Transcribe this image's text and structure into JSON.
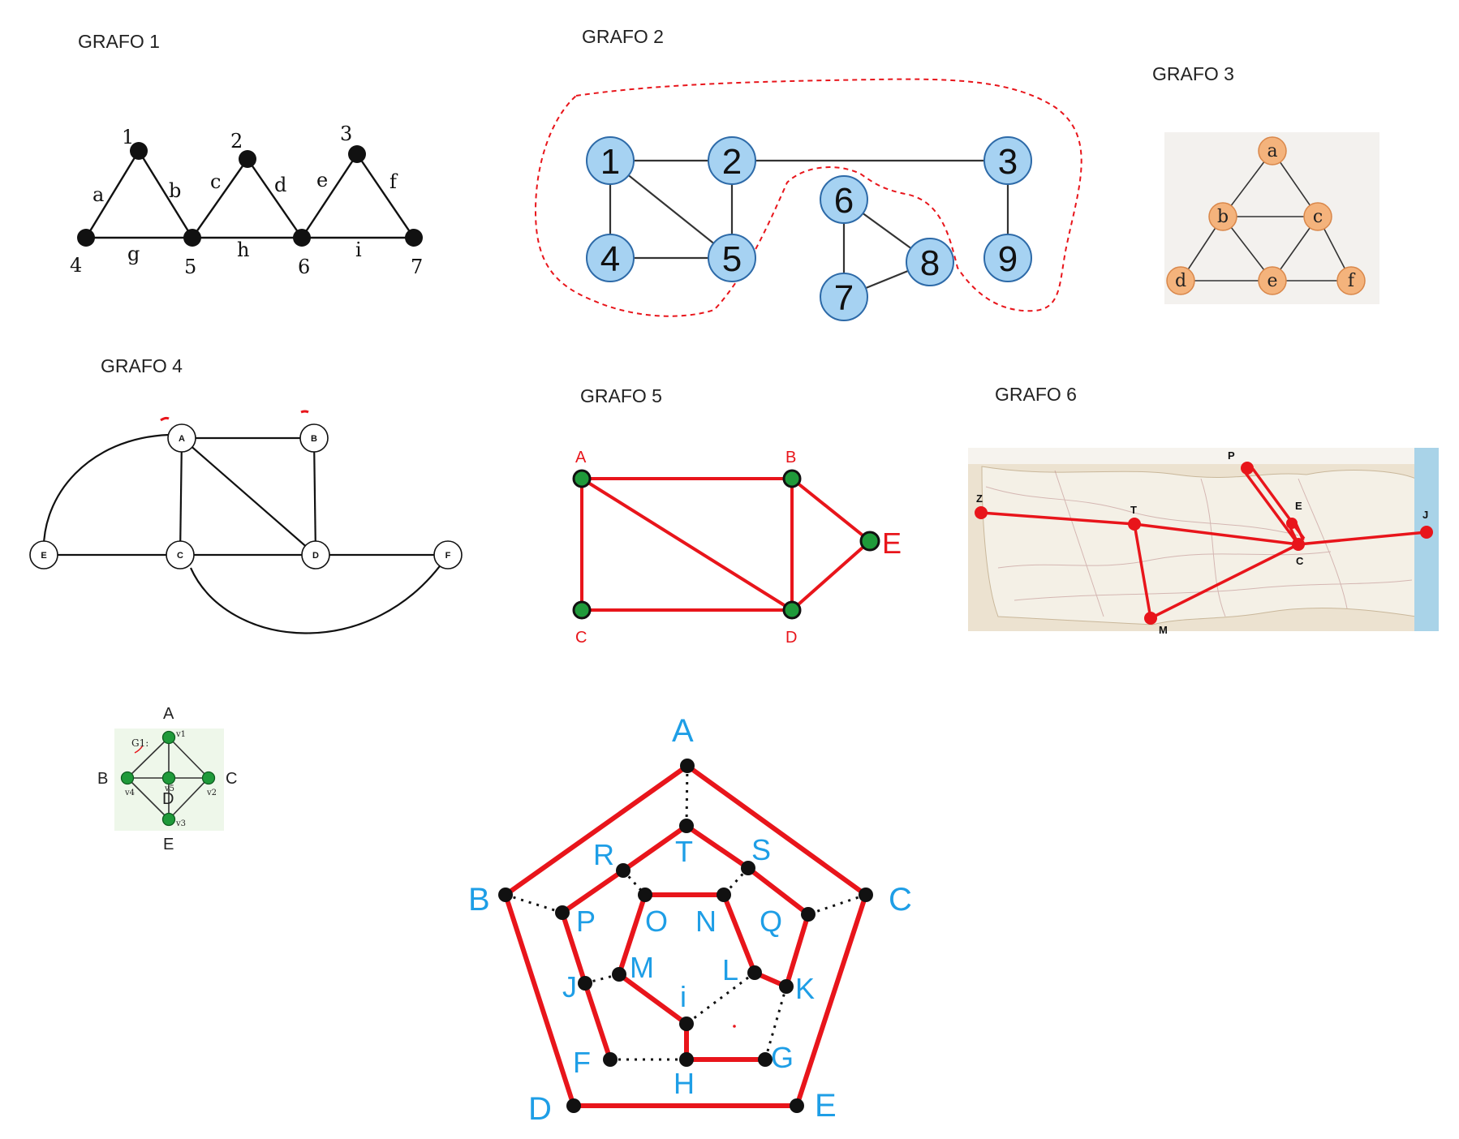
{
  "titles": {
    "g1": "GRAFO 1",
    "g2": "GRAFO 2",
    "g3": "GRAFO 3",
    "g4": "GRAFO 4",
    "g5": "GRAFO 5",
    "g6": "GRAFO 6"
  },
  "colors": {
    "red": "#e8151b",
    "blue_label": "#1e9ee6",
    "node_blue": "#a6d2f2",
    "node_orange": "#f4b37c",
    "node_green": "#1f9a3a",
    "black": "#111111"
  },
  "g1": {
    "vertices": [
      "1",
      "2",
      "3",
      "4",
      "5",
      "6",
      "7"
    ],
    "edges": [
      "a",
      "b",
      "c",
      "d",
      "e",
      "f",
      "g",
      "h",
      "i"
    ]
  },
  "g2": {
    "vertices": [
      "1",
      "2",
      "3",
      "4",
      "5",
      "6",
      "7",
      "8",
      "9"
    ]
  },
  "g3": {
    "vertices": [
      "a",
      "b",
      "c",
      "d",
      "e",
      "f"
    ]
  },
  "g4": {
    "vertices": [
      "A",
      "B",
      "C",
      "D",
      "E",
      "F"
    ]
  },
  "g5": {
    "vertices": [
      "A",
      "B",
      "C",
      "D",
      "E"
    ]
  },
  "g6": {
    "vertices": [
      "P",
      "Z",
      "T",
      "E",
      "J",
      "C",
      "M"
    ]
  },
  "g7": {
    "labels": [
      "A",
      "B",
      "C",
      "D",
      "E"
    ],
    "subscripts": [
      "v1",
      "v2",
      "v3",
      "v4",
      "v5"
    ],
    "name": "G1:"
  },
  "g8": {
    "vertices": [
      "A",
      "B",
      "C",
      "D",
      "E",
      "F",
      "G",
      "H",
      "i",
      "J",
      "K",
      "L",
      "M",
      "N",
      "O",
      "P",
      "Q",
      "R",
      "S",
      "T"
    ]
  }
}
